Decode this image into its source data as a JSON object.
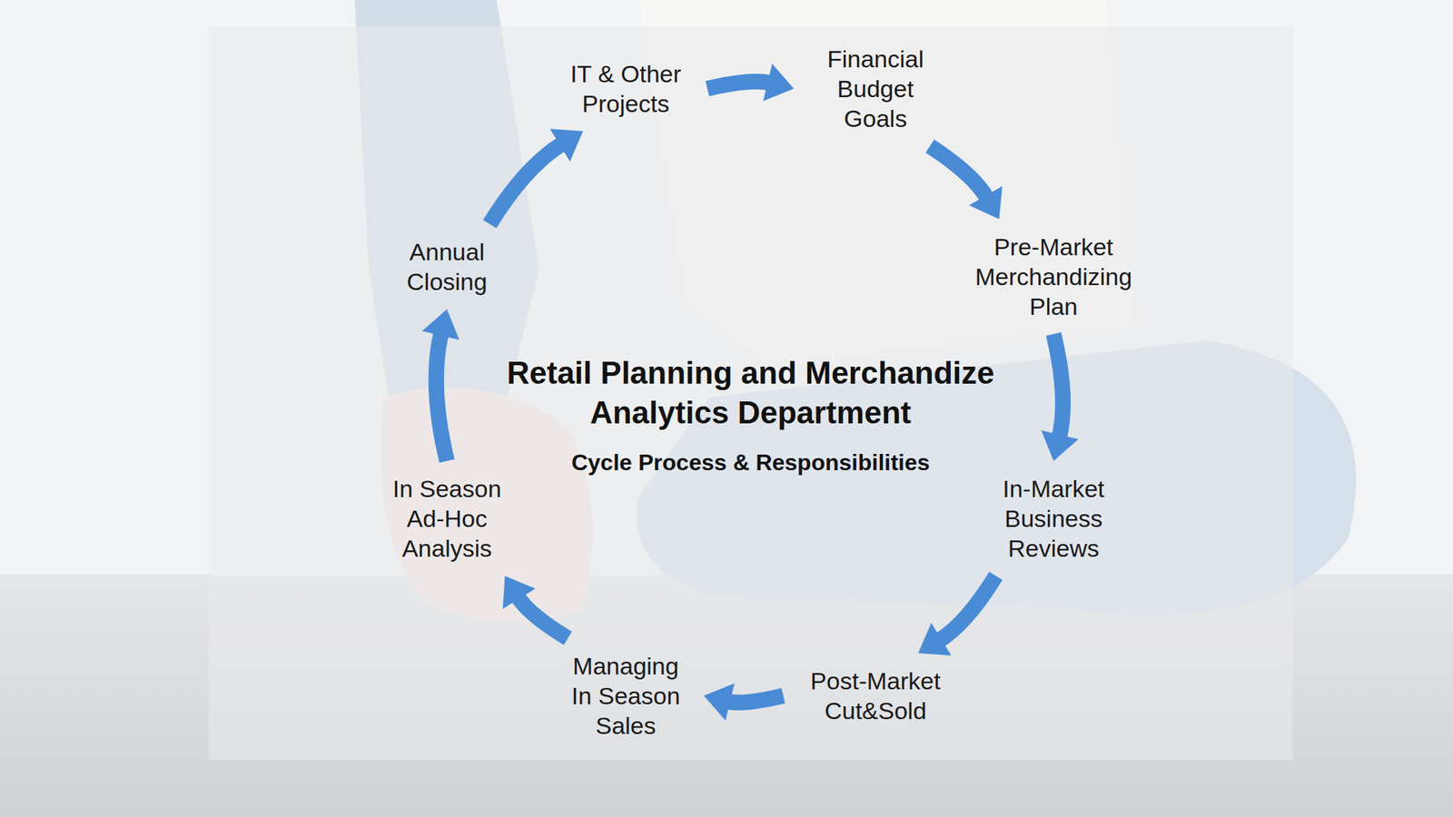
{
  "diagram": {
    "title": "Retail Planning and Merchandize Analytics Department",
    "nodes": [
      {
        "text": [
          "IT & Other Projects"
        ]
      },
      {
        "text": [
          "Financial Budget Goals"
        ]
      },
      {
        "text": [
          "Pre-Market Merchandizing Plan"
        ]
      },
      {
        "text": [
          "In-Market Business Reviews"
        ]
      },
      {
        "text": [
          "Post-Market Cut&Sold"
        ]
      },
      {
        "text": [
          "Managing In Season Sales"
        ]
      },
      {
        "text": [
          "In Season Ad-Hoc Analysis"
        ]
      },
      {
        "text": [
          "Annual Closing"
        ]
      }
    ],
    "edges": [
      {
        "from": 0,
        "to": 1,
        "arrow": "to"
      },
      {
        "from": 1,
        "to": 2,
        "arrow": "to"
      },
      {
        "from": 2,
        "to": 3,
        "arrow": "to"
      },
      {
        "from": 3,
        "to": 4,
        "arrow": "to"
      },
      {
        "from": 4,
        "to": 5,
        "arrow": "to"
      },
      {
        "from": 5,
        "to": 6,
        "arrow": "to"
      },
      {
        "from": 6,
        "to": 7,
        "arrow": "to"
      },
      {
        "from": 7,
        "to": 0,
        "arrow": "to"
      }
    ],
    "labels": [
      "Cycle Process & Responsibilities"
    ]
  }
}
